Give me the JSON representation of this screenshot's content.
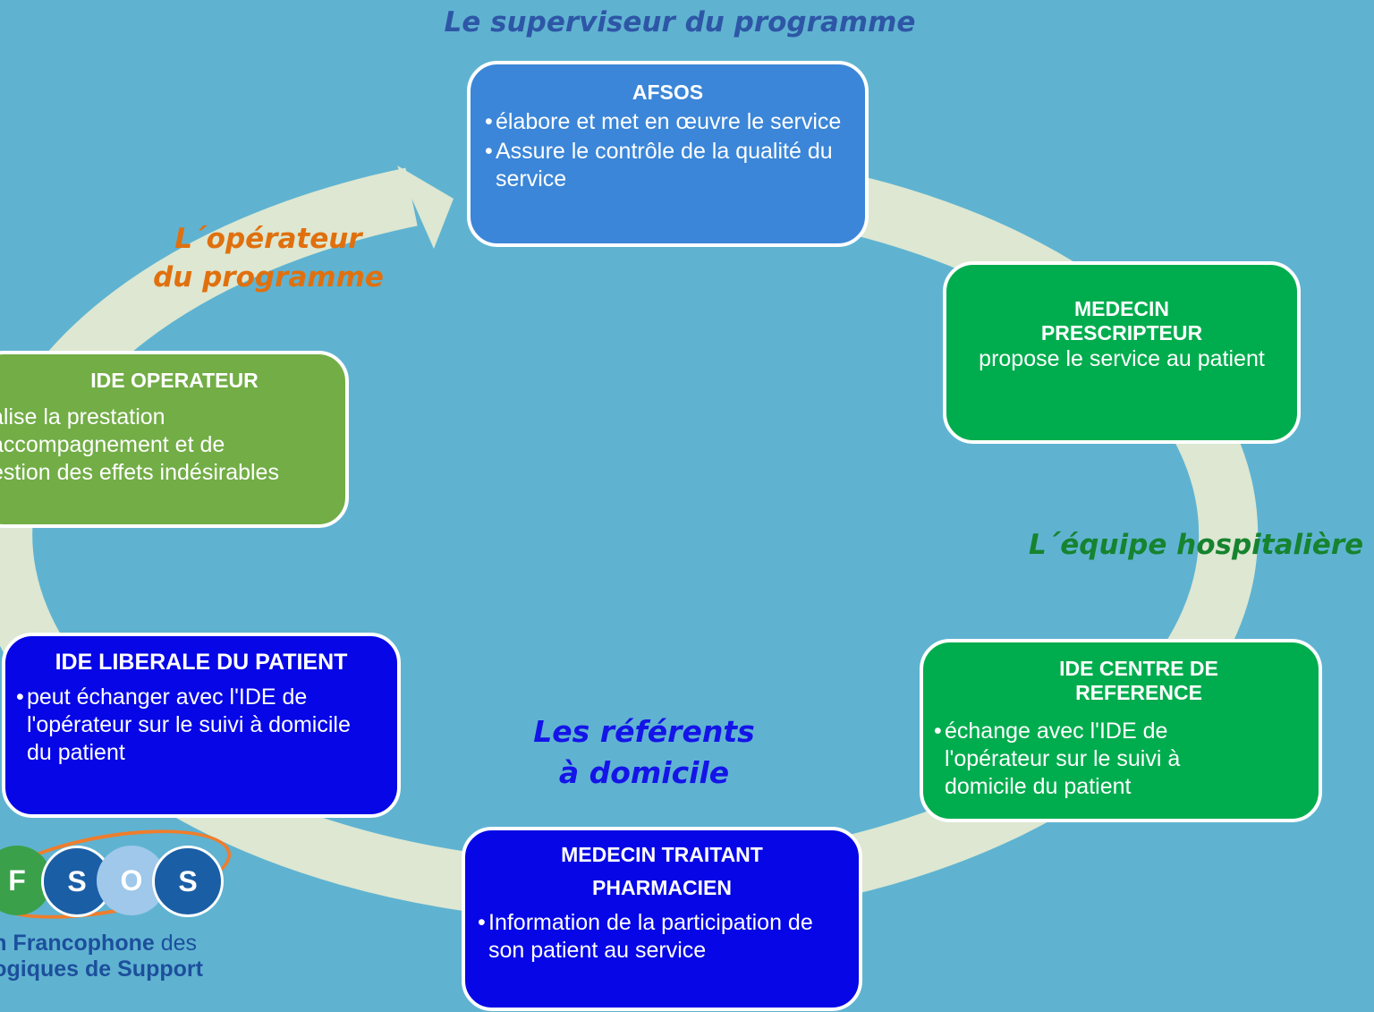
{
  "captions": {
    "supervisor": "Le superviseur du programme",
    "operator_line1": "L´opérateur",
    "operator_line2": "du programme",
    "hospital": "L´équipe hospitalière",
    "home_line1": "Les référents",
    "home_line2": "à domicile"
  },
  "boxes": {
    "afsos": {
      "title": "AFSOS",
      "bullets": [
        "élabore et met en œuvre le service",
        "Assure le contrôle de la qualité du service"
      ]
    },
    "prescripteur": {
      "title_line1": "MEDECIN",
      "title_line2": "PRESCRIPTEUR",
      "text": "propose le service au patient"
    },
    "operateur": {
      "title": "IDE OPERATEUR",
      "text_line1": "alise la prestation",
      "text_line2": "accompagnement et de",
      "text_line3": "estion des effets indésirables"
    },
    "centre": {
      "title_line1": "IDE CENTRE DE",
      "title_line2": "REFERENCE",
      "bullets": [
        "échange avec l'IDE de l'opérateur sur le suivi à domicile du patient"
      ]
    },
    "liberale": {
      "title": "IDE LIBERALE DU PATIENT",
      "bullets": [
        "peut échanger avec l'IDE de l'opérateur sur le suivi à domicile du patient"
      ]
    },
    "traitant": {
      "title_line1": "MEDECIN TRAITANT",
      "title_line2": "PHARMACIEN",
      "bullets": [
        "Information de la  participation de son patient au service"
      ]
    }
  },
  "logo": {
    "letters": [
      "F",
      "S",
      "O",
      "S"
    ],
    "line1_bold": "ion Francophone",
    "line1_light": " des",
    "line2": "ologiques de Support"
  },
  "colors": {
    "background": "#5fb3d1",
    "ring": "#dde7d2",
    "afsos": "#3b86d8",
    "hospital_green": "#00ad4e",
    "operator_green": "#72ad46",
    "home_blue": "#0606e6"
  }
}
